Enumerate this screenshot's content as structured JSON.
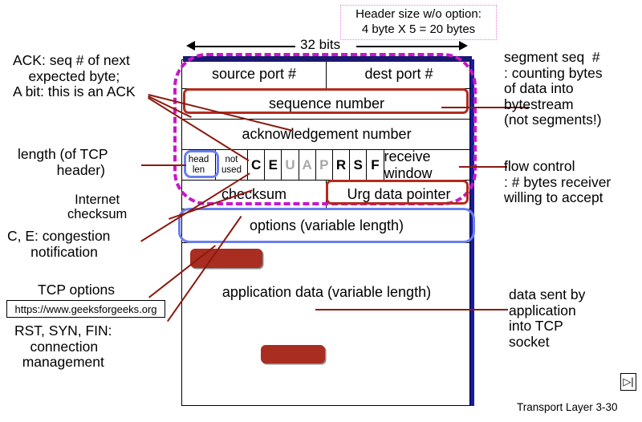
{
  "callout": {
    "line1": "Header size w/o option:",
    "line2": "4 byte X 5 = 20 bytes"
  },
  "width_label": "32 bits",
  "segment": {
    "source_port": "source port #",
    "dest_port": "dest port #",
    "sequence_number": "sequence number",
    "acknowledgement_number": "acknowledgement number",
    "head_len": "head\nlen",
    "not_used": "not\nused",
    "flags": [
      {
        "label": "C",
        "dim": false
      },
      {
        "label": "E",
        "dim": false
      },
      {
        "label": "U",
        "dim": true
      },
      {
        "label": "A",
        "dim": true
      },
      {
        "label": "P",
        "dim": true
      },
      {
        "label": "R",
        "dim": false
      },
      {
        "label": "S",
        "dim": false
      },
      {
        "label": "F",
        "dim": false
      }
    ],
    "receive_window": "receive window",
    "checksum": "checksum",
    "urg_data_pointer": "Urg data pointer",
    "options": "options (variable length)",
    "application_data": "application\ndata\n(variable length)"
  },
  "annotations": {
    "ack": "ACK: seq # of next\n    expected byte;\nA bit: this is an ACK",
    "length": "length (of TCP\n          header)",
    "internet_checksum": "Internet\nchecksum",
    "congestion": "C, E: congestion\n      notification",
    "tcp_options": "TCP options",
    "url": "https://www.geeksforgeeks.org",
    "rst_syn_fin": "RST, SYN, FIN:\n    connection\n  management",
    "segment_seq": "segment seq  #\n: counting bytes\nof data into\nbytestream\n(not segments!)",
    "flow_control": "flow control\n: # bytes receiver\nwilling to accept",
    "data_sent": "data sent by\napplication\ninto TCP\nsocket"
  },
  "footer": "Transport Layer 3-30",
  "next_icon": "▷|",
  "colors": {
    "accent_red": "#b52b1d",
    "accent_blue": "#6a7ef0",
    "navy": "#1a1a9e",
    "magenta": "#c718c7",
    "datablock": "#a92d20"
  }
}
